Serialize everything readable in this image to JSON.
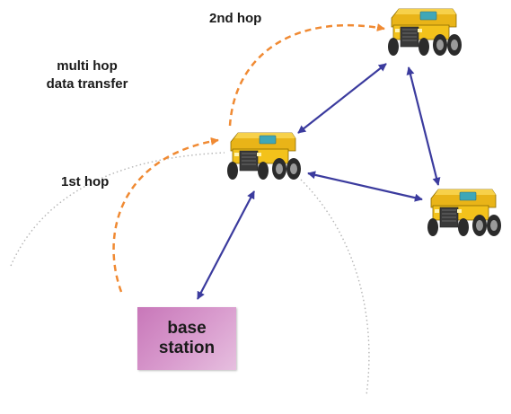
{
  "title_lines": [
    "multi hop",
    "data transfer"
  ],
  "hop_labels": {
    "first": "1st hop",
    "second": "2nd hop"
  },
  "base_station": {
    "lines": [
      "base",
      "station"
    ],
    "color": "#d38fc6"
  },
  "colors": {
    "link": "#3b3b9e",
    "hop_arrow": "#f08a33",
    "range": "#b5b5b5",
    "truck_body": "#f3c21b",
    "truck_dark": "#3a3a3a"
  },
  "trucks": [
    {
      "icon": "mining-truck-icon",
      "role": "relay"
    },
    {
      "icon": "mining-truck-icon",
      "role": "top"
    },
    {
      "icon": "mining-truck-icon",
      "role": "right"
    }
  ]
}
